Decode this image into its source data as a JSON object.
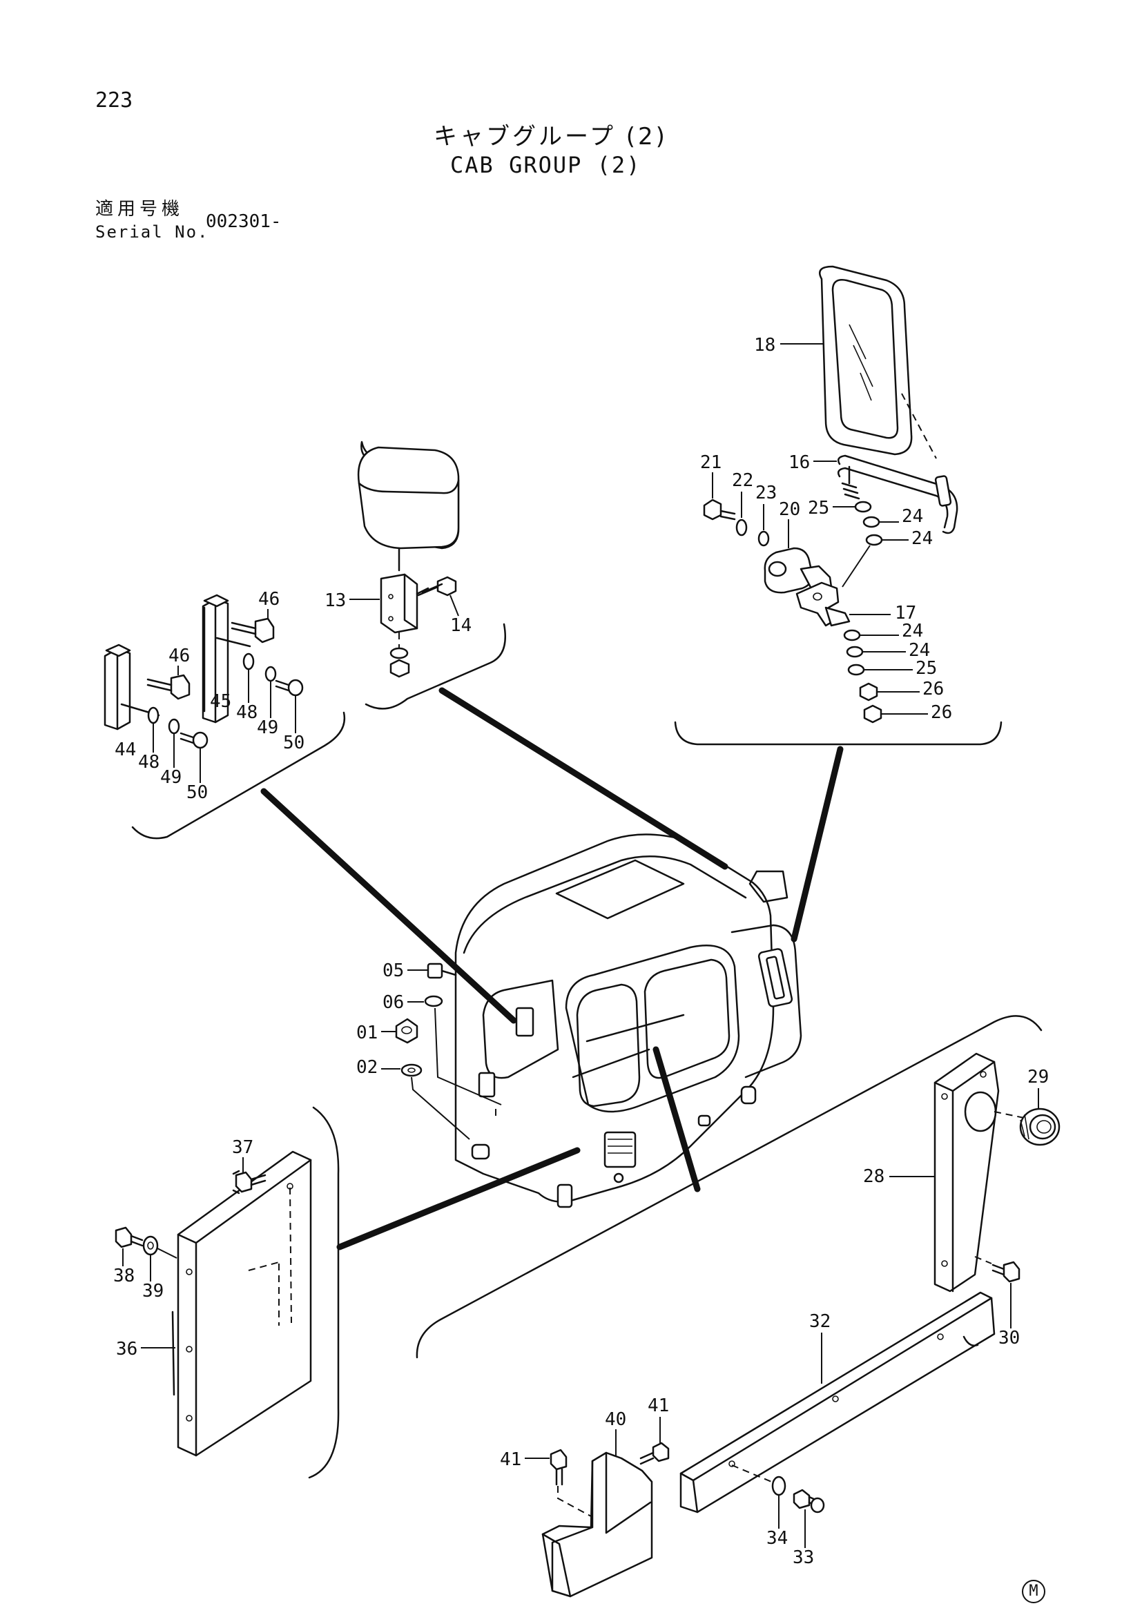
{
  "header": {
    "page_number": "223",
    "title_jp": "キャブグループ (2)",
    "title_en": "CAB GROUP (2)",
    "serial_label_jp": "適用号機",
    "serial_label_en": "Serial No.",
    "serial_value": "002301-"
  },
  "footer": {
    "mark": "M"
  },
  "callouts": {
    "c01": "01",
    "c02": "02",
    "c05": "05",
    "c06": "06",
    "c13": "13",
    "c14": "14",
    "c16": "16",
    "c17": "17",
    "c18": "18",
    "c20": "20",
    "c21": "21",
    "c22": "22",
    "c23": "23",
    "c24a": "24",
    "c24b": "24",
    "c24c": "24",
    "c24d": "24",
    "c25a": "25",
    "c25b": "25",
    "c26a": "26",
    "c26b": "26",
    "c28": "28",
    "c29": "29",
    "c30": "30",
    "c32": "32",
    "c33": "33",
    "c34": "34",
    "c36": "36",
    "c37": "37",
    "c38": "38",
    "c39": "39",
    "c40": "40",
    "c41a": "41",
    "c41b": "41",
    "c44": "44",
    "c45": "45",
    "c46a": "46",
    "c46b": "46",
    "c48a": "48",
    "c48b": "48",
    "c49a": "49",
    "c49b": "49",
    "c50a": "50",
    "c50b": "50"
  }
}
